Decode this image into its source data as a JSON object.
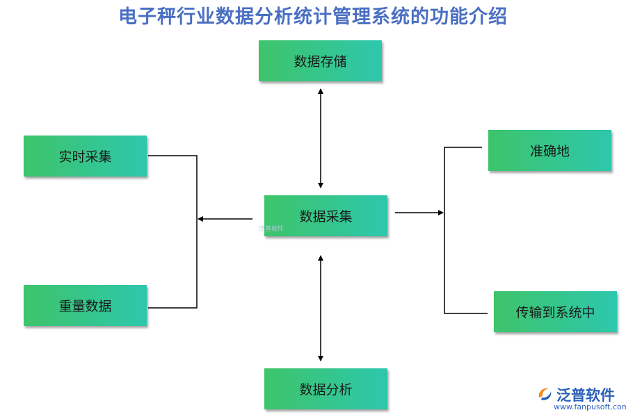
{
  "title": "电子秤行业数据分析统计管理系统的功能介绍",
  "nodes": {
    "storage": "数据存储",
    "realtime": "实时采集",
    "weight": "重量数据",
    "center": "数据采集",
    "accurate": "准确地",
    "transfer": "传输到系统中",
    "analysis": "数据分析"
  },
  "watermark": "泛普软件",
  "logo": {
    "name": "泛普软件",
    "url": "www.fanpusoft.com"
  },
  "colors": {
    "title": "#4a6fc2",
    "box_start": "#3ec46a",
    "box_end": "#2dc7ad",
    "logo_blue": "#2b5fb8",
    "logo_orange": "#f08a1c"
  }
}
